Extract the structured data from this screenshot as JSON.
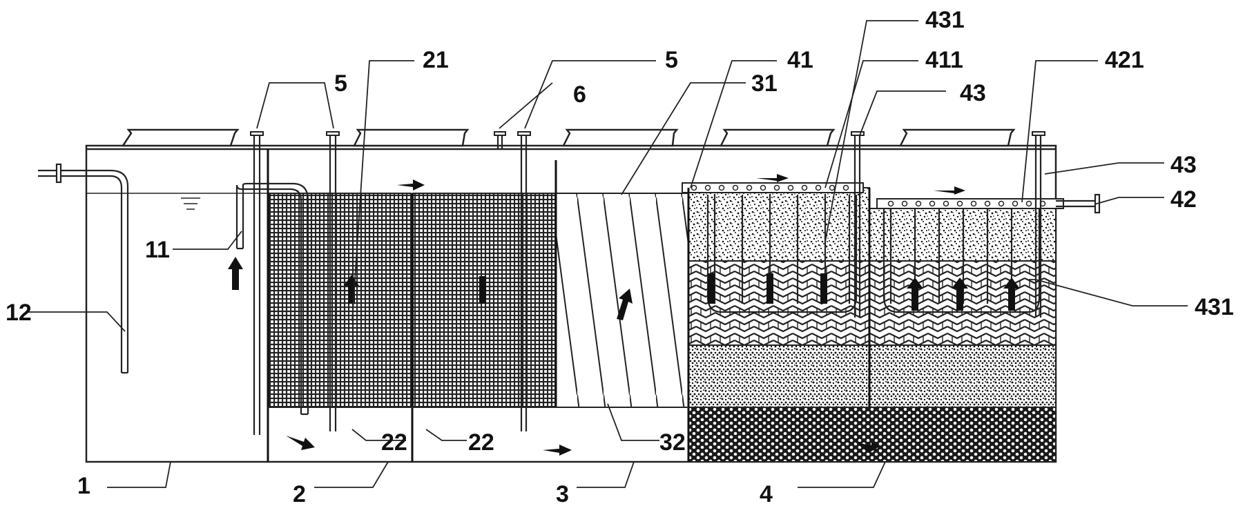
{
  "labels": {
    "l_1": "1",
    "l_2": "2",
    "l_3": "3",
    "l_4": "4",
    "l_5a": "5",
    "l_5b": "5",
    "l_6": "6",
    "l_11": "11",
    "l_12": "12",
    "l_21": "21",
    "l_22a": "22",
    "l_22b": "22",
    "l_31": "31",
    "l_32": "32",
    "l_41": "41",
    "l_411": "411",
    "l_42": "42",
    "l_421": "421",
    "l_43a": "43",
    "l_43b": "43",
    "l_431a": "431",
    "l_431b": "431"
  }
}
